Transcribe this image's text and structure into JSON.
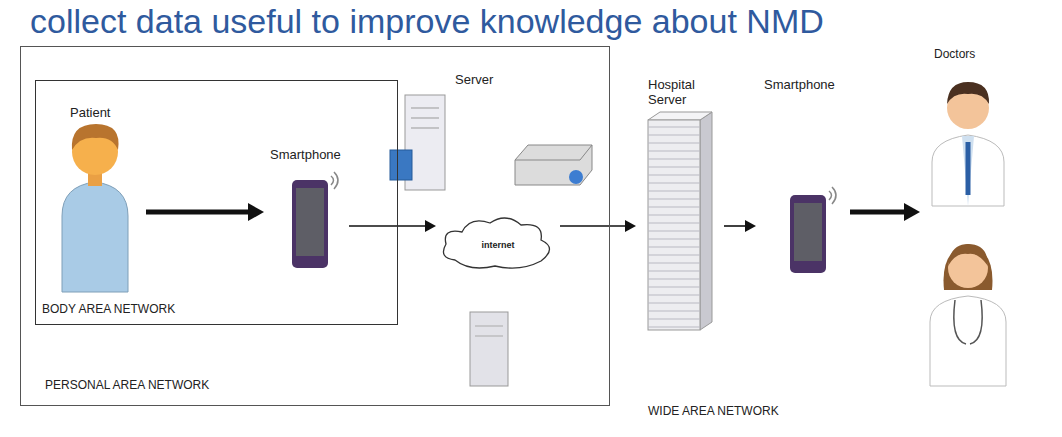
{
  "diagram": {
    "title": "collect data useful to improve knowledge about NMD",
    "nodes": [
      {
        "text": [
          "PERSONAL AREA NETWORK"
        ]
      },
      {
        "text": [
          "BODY AREA NETWORK"
        ],
        "in": 0
      },
      {
        "text": [
          "Patient"
        ],
        "in": 1
      },
      {
        "text": [
          "Smartphone"
        ],
        "in": 1
      },
      {
        "text": [
          "internet"
        ],
        "in": 0
      },
      {
        "text": [
          "Hospital Server"
        ]
      },
      {
        "text": [
          "Smartphone"
        ]
      },
      {
        "text": [
          "Doctors"
        ]
      }
    ],
    "edges": [
      {
        "from": 2,
        "to": 3,
        "arrow": "to"
      },
      {
        "from": 3,
        "to": 4,
        "arrow": "to"
      },
      {
        "from": 4,
        "to": 5,
        "arrow": "to"
      },
      {
        "from": 5,
        "to": 6,
        "arrow": "to"
      },
      {
        "from": 6,
        "to": 7,
        "arrow": "to"
      }
    ],
    "labels": [
      "Server",
      "WIDE AREA NETWORK"
    ]
  }
}
